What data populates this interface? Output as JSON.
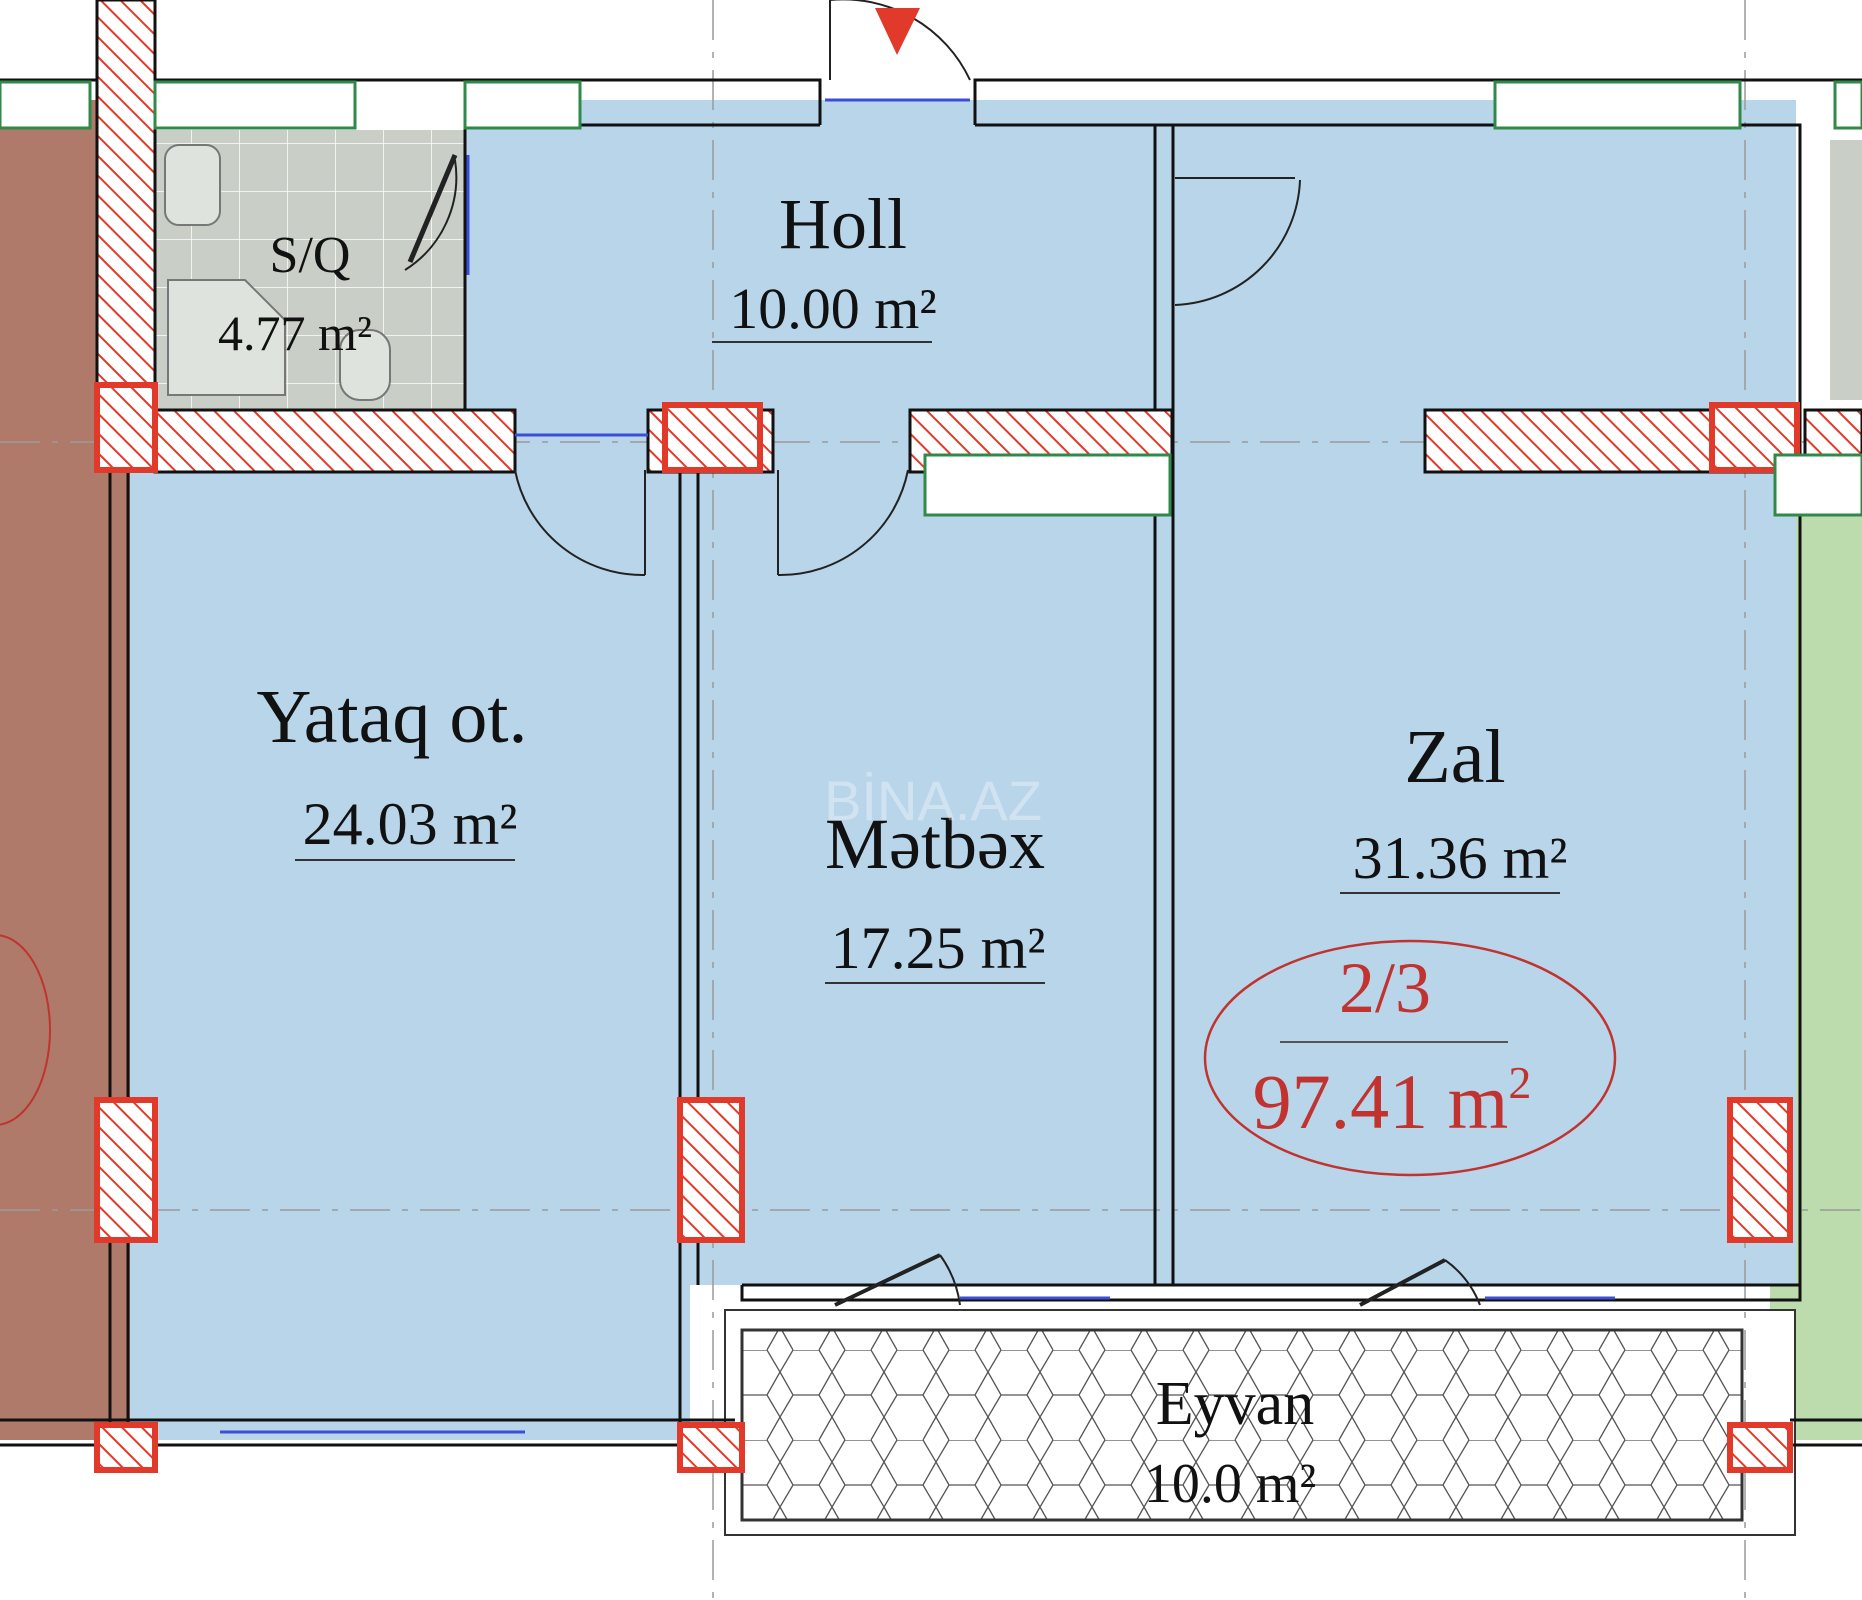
{
  "colors": {
    "room_fill": "#b9d5ea",
    "bath_fill": "#c9cec7",
    "left_unit_fill": "#b07a6a",
    "right_unit_fill": "#bcdcae",
    "column_red": "#e23a2a",
    "window_green": "#2f8a4a",
    "glass_blue": "#3b4fd6",
    "unit_label_red": "#c0332f",
    "wall": "#111111"
  },
  "rooms": [
    {
      "id": "bathroom",
      "name": "S/Q",
      "area": "4.77 m²"
    },
    {
      "id": "hall",
      "name": "Holl",
      "area": "10.00 m²"
    },
    {
      "id": "bedroom",
      "name": "Yataq ot.",
      "area": "24.03 m²"
    },
    {
      "id": "kitchen",
      "name": "Mətbəx",
      "area": "17.25 m²"
    },
    {
      "id": "living",
      "name": "Zal",
      "area": "31.36 m²"
    },
    {
      "id": "balcony",
      "name": "Eyvan",
      "area": "10.0 m²"
    }
  ],
  "unit": {
    "rooms_floor": "2/3",
    "total_area": "97.41 m",
    "total_area_sup": "2"
  },
  "watermark": "BİNA.AZ",
  "icons": [
    "entrance-arrow-icon",
    "door-swing-icon",
    "window-icon",
    "column-icon",
    "shower-icon",
    "toilet-icon",
    "sink-icon"
  ]
}
